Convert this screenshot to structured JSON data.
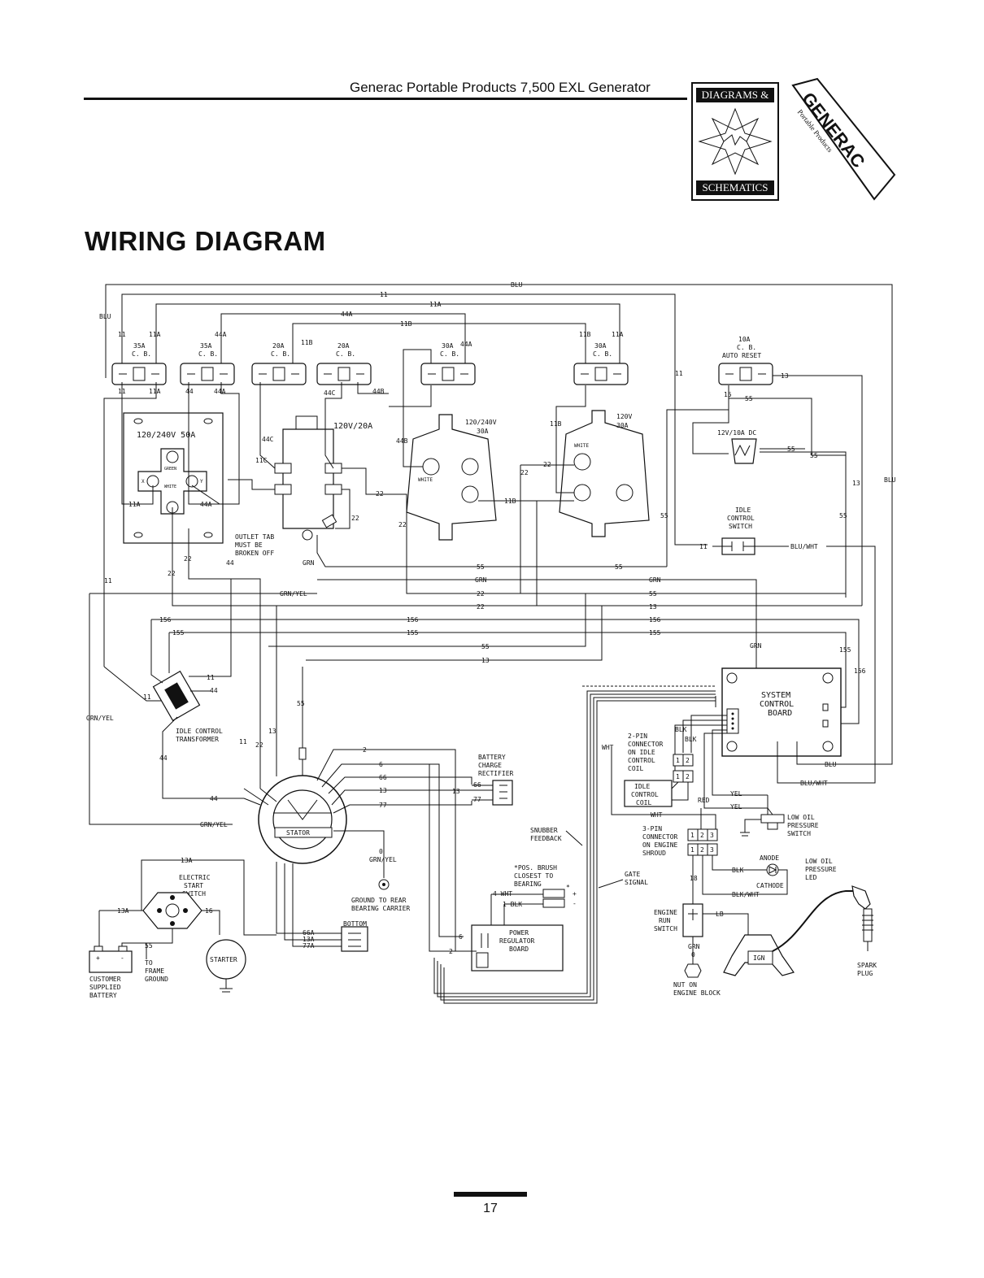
{
  "header": {
    "document_title": "Generac Portable Products 7,500 EXL Generator",
    "logo_top": "DIAGRAMS &",
    "logo_bottom": "SCHEMATICS",
    "brand_name": "GENERAC",
    "brand_sub": "Portable Products"
  },
  "section_heading": "WIRING DIAGRAM",
  "page_number": "17",
  "wires": {
    "blu": "BLU",
    "w11": "11",
    "w11a": "11A",
    "w44a": "44A",
    "w11b": "11B",
    "w44": "44",
    "w44b": "44B",
    "w44c": "44C",
    "w11c": "11C",
    "w22": "22",
    "w55": "55",
    "w13": "13",
    "w15": "15",
    "w156": "156",
    "w155": "155",
    "grn": "GRN",
    "grn_yel": "GRN/YEL",
    "blu_wht": "BLU/WHT",
    "blk": "BLK",
    "wht": "WHT",
    "yel": "YEL",
    "red": "RED",
    "blk_wht": "BLK/WHT",
    "lb": "LB",
    "w2": "2",
    "w6": "6",
    "w66": "66",
    "w77": "77",
    "w0": "0",
    "w13a": "13A",
    "w66a": "66A",
    "w77a": "77A",
    "w4wht": "4 WHT",
    "w1blk": "1 BLK",
    "w16": "16",
    "w18": "18",
    "grn0": "GRN",
    "zero": "0"
  },
  "breakers": {
    "cb1_rating": "35A",
    "cb2_rating": "35A",
    "cb3_rating": "20A",
    "cb4_rating": "20A",
    "cb5_rating": "30A",
    "cb6_rating": "30A",
    "cb7_rating": "10A",
    "cb_label": "C. B.",
    "auto_reset": "AUTO RESET"
  },
  "components": {
    "outlet_50a": "120/240V 50A",
    "green": "GREEN",
    "white": "WHITE",
    "x": "X",
    "y": "Y",
    "duplex": "120V/20A",
    "twist_30a_1": "120/240V",
    "twist_30a_1b": "30A",
    "twist_30a_2": "120V",
    "twist_30a_2b": "30A",
    "dc_outlet": "12V/10A DC",
    "outlet_tab": [
      "OUTLET TAB",
      "MUST BE",
      "BROKEN OFF"
    ],
    "idle_switch": [
      "IDLE",
      "CONTROL",
      "SWITCH"
    ],
    "idle_transformer": [
      "IDLE CONTROL",
      "TRANSFORMER"
    ],
    "system_board": [
      "SYSTEM",
      "CONTROL",
      "BOARD"
    ],
    "two_pin": [
      "2-PIN",
      "CONNECTOR",
      "ON IDLE",
      "CONTROL",
      "COIL"
    ],
    "idle_coil": [
      "IDLE",
      "CONTROL",
      "COIL"
    ],
    "battery_rectifier": [
      "BATTERY",
      "CHARGE",
      "RECTIFIER"
    ],
    "stator": "STATOR",
    "snubber": [
      "SNUBBER",
      "FEEDBACK"
    ],
    "gate_signal": [
      "GATE",
      "SIGNAL"
    ],
    "brush_note": [
      "*POS. BRUSH",
      "CLOSEST TO",
      "BEARING"
    ],
    "power_reg": [
      "POWER",
      "REGULATOR",
      "BOARD"
    ],
    "three_pin": [
      "3-PIN",
      "CONNECTOR",
      "ON ENGINE",
      "SHROUD"
    ],
    "low_oil_switch": [
      "LOW OIL",
      "PRESSURE",
      "SWITCH"
    ],
    "anode": "ANODE",
    "cathode": "CATHODE",
    "low_oil_led": [
      "LOW OIL",
      "PRESSURE",
      "LED"
    ],
    "engine_run": [
      "ENGINE",
      "RUN",
      "SWITCH"
    ],
    "nut_block": [
      "NUT ON",
      "ENGINE BLOCK"
    ],
    "spark_plug": [
      "SPARK",
      "PLUG"
    ],
    "ign": "IGN",
    "ground_rear": [
      "GROUND TO REAR",
      "BEARING CARRIER"
    ],
    "electric_start": [
      "ELECTRIC",
      "START",
      "SWITCH"
    ],
    "starter": "STARTER",
    "battery": [
      "CUSTOMER",
      "SUPPLIED",
      "BATTERY"
    ],
    "frame_ground": [
      "TO",
      "FRAME",
      "GROUND"
    ],
    "bottom": "BOTTOM",
    "pin12": [
      "1",
      "2"
    ],
    "pin123": [
      "1",
      "2",
      "3"
    ],
    "plus": "+",
    "minus": "-",
    "star": "*"
  }
}
